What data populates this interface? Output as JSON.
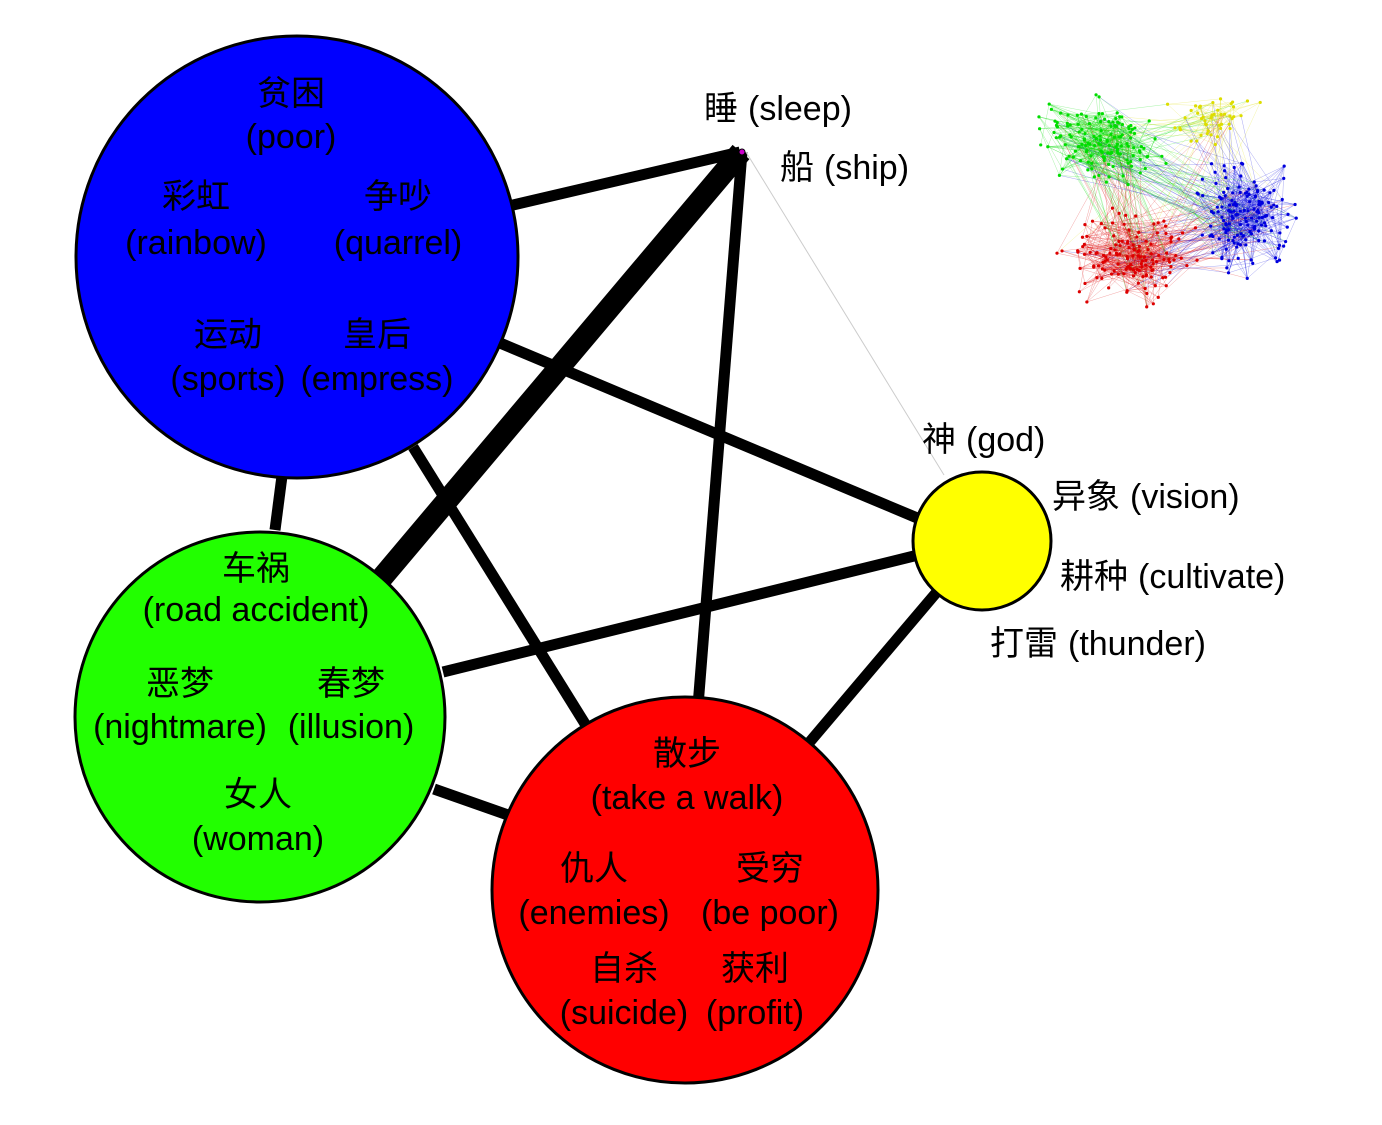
{
  "colors": {
    "blue": "#0000ff",
    "green": "#22ff00",
    "red": "#ff0000",
    "yellow": "#ffff00",
    "edge": "#000000",
    "background": "#ffffff"
  },
  "communities": {
    "blue": {
      "terms": [
        {
          "zh": "贫困",
          "en": "(poor)"
        },
        {
          "zh": "彩虹",
          "en": "(rainbow)"
        },
        {
          "zh": "争吵",
          "en": "(quarrel)"
        },
        {
          "zh": "运动",
          "en": "(sports)"
        },
        {
          "zh": "皇后",
          "en": "(empress)"
        }
      ]
    },
    "green": {
      "terms": [
        {
          "zh": "车祸",
          "en": "(road accident)"
        },
        {
          "zh": "恶梦",
          "en": "(nightmare)"
        },
        {
          "zh": "春梦",
          "en": "(illusion)"
        },
        {
          "zh": "女人",
          "en": "(woman)"
        }
      ]
    },
    "red": {
      "terms": [
        {
          "zh": "散步",
          "en": "(take a walk)"
        },
        {
          "zh": "仇人",
          "en": "(enemies)"
        },
        {
          "zh": "受穷",
          "en": "(be poor)"
        },
        {
          "zh": "自杀",
          "en": "(suicide)"
        },
        {
          "zh": "获利",
          "en": "(profit)"
        }
      ]
    },
    "yellow": {
      "terms": [
        {
          "zh": "神",
          "en": "(god)"
        },
        {
          "zh": "异象",
          "en": "(vision)"
        },
        {
          "zh": "耕种",
          "en": "(cultivate)"
        },
        {
          "zh": "打雷",
          "en": "(thunder)"
        }
      ]
    },
    "small": {
      "terms": [
        {
          "zh": "睡",
          "en": "(sleep)"
        },
        {
          "zh": "船",
          "en": "(ship)"
        }
      ]
    }
  },
  "edges": [
    {
      "from": "blue",
      "to": "small",
      "weight": "medium"
    },
    {
      "from": "blue",
      "to": "green",
      "weight": "medium"
    },
    {
      "from": "blue",
      "to": "yellow",
      "weight": "medium"
    },
    {
      "from": "blue",
      "to": "red",
      "weight": "medium"
    },
    {
      "from": "green",
      "to": "small",
      "weight": "heavy"
    },
    {
      "from": "red",
      "to": "small",
      "weight": "medium"
    },
    {
      "from": "green",
      "to": "yellow",
      "weight": "medium"
    },
    {
      "from": "green",
      "to": "red",
      "weight": "medium"
    },
    {
      "from": "red",
      "to": "yellow",
      "weight": "medium"
    },
    {
      "from": "yellow",
      "to": "small",
      "weight": "faint"
    }
  ],
  "inset": {
    "description_visible": false,
    "cluster_colors": [
      "#00dd00",
      "#dd0000",
      "#0000dd",
      "#dddd00"
    ]
  }
}
